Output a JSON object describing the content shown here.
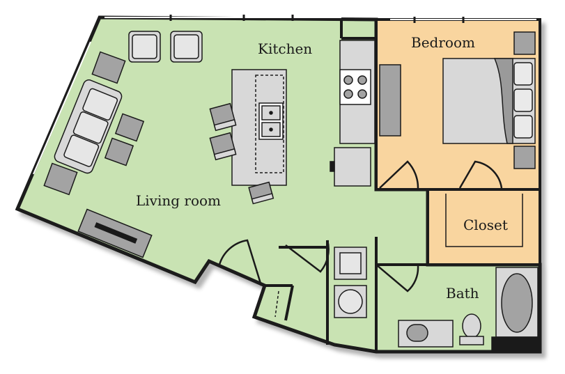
{
  "rooms": {
    "living": "Living room",
    "kitchen": "Kitchen",
    "bedroom": "Bedroom",
    "closet": "Closet",
    "bath": "Bath"
  },
  "colors": {
    "living_fill": "#c9e3b3",
    "bedroom_fill": "#f9d59f",
    "wall": "#1a1a1a",
    "appliance": "#d8d8d8",
    "furniture": "#a3a3a3",
    "fixture": "#9a9a9a"
  }
}
